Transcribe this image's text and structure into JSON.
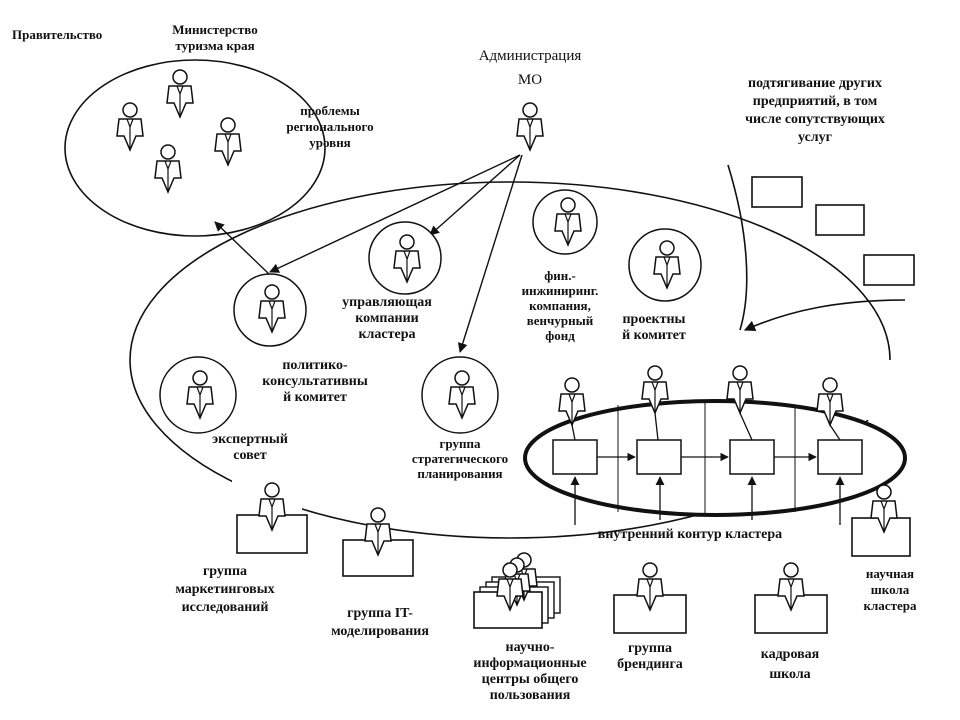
{
  "labels": {
    "government": "Правительство",
    "ministry": "Министерство\nтуризма края",
    "administration": "Администрация\nМО",
    "regional_problems": "проблемы\nрегионального\nуровня",
    "attract_enterprises": "подтягивание других\nпредприятий, в том\nчисле сопутствующих\nуслуг",
    "fin_engineering": "фин.-\nинжиниринг.\nкомпания,\nвенчурный\nфонд",
    "management_company": "управляющая\nкомпании\nкластера",
    "project_committee": "проектны\nй комитет",
    "political_committee": "политико-\nконсультативны\nй комитет",
    "expert_council": "экспертный\nсовет",
    "strategic_group": "группа\nстратегического\nпланирования",
    "inner_contour": "внутренний контур кластера",
    "marketing_group": "группа\nмаркетинговых\nисследований",
    "it_group": "группа IT-\nмоделирования",
    "info_centers": "научно-\nинформационные\nцентры общего\nпользования",
    "branding_group": "группа\nбрендинга",
    "hr_school": "кадровая\nшкола",
    "science_school": "научная\nшкола\nкластера"
  }
}
